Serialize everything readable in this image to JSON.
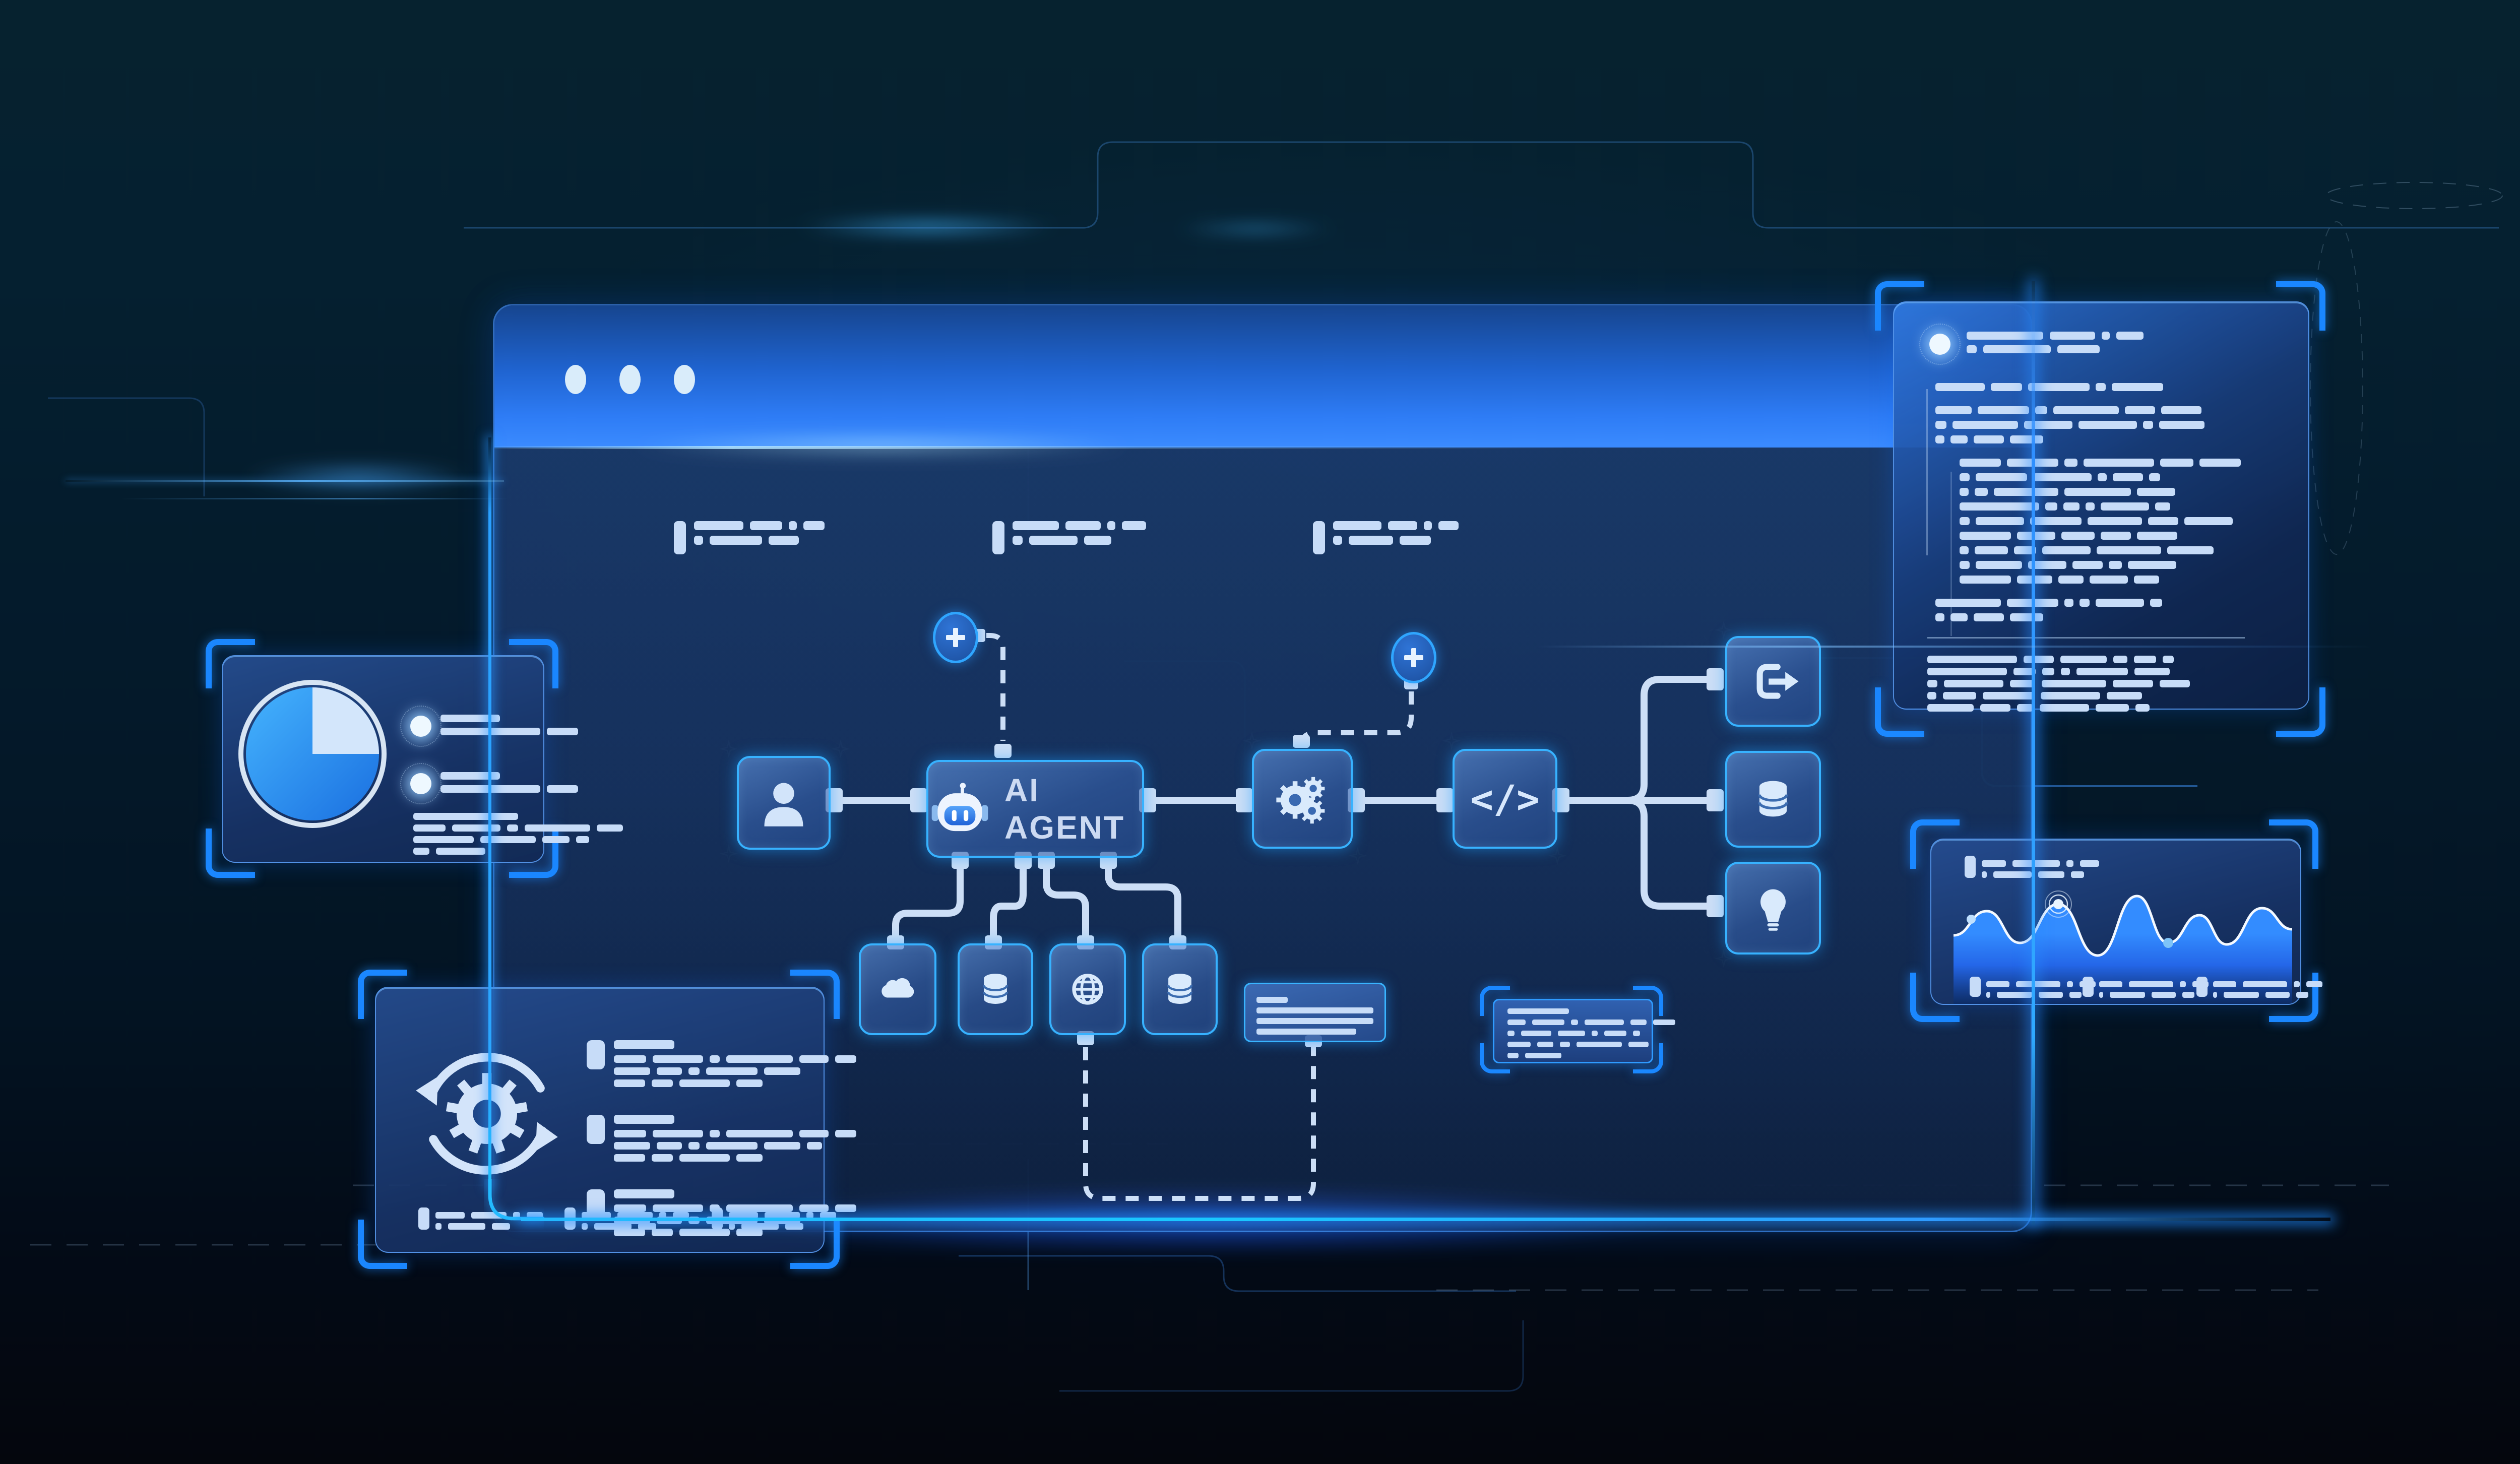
{
  "app": {
    "kind": "ai-agent-workflow-illustration"
  },
  "colors": {
    "background_top": "#06222f",
    "background_bottom": "#04060d",
    "accent_blue": "#2f9bff",
    "glow_cyan": "#19c8ff",
    "bracket_blue": "#1b88ff",
    "node_border": "#37b2ff",
    "icon_light": "#d9eafc",
    "skeleton": "#c7dcf8",
    "header_gradient_top": "#16458f",
    "header_gradient_bottom": "#3b8bff"
  },
  "window": {
    "controls": [
      "window-dot",
      "window-dot",
      "window-dot"
    ],
    "menu_items": [
      {
        "rows": [
          [
            98,
            64,
            16,
            42
          ],
          [
            18,
            104,
            60
          ]
        ]
      },
      {
        "rows": [
          [
            92,
            70,
            16,
            48
          ],
          [
            20,
            96,
            54
          ]
        ]
      },
      {
        "rows": [
          [
            96,
            58,
            16,
            40
          ],
          [
            18,
            88,
            62
          ]
        ]
      }
    ]
  },
  "workflow": {
    "agent": {
      "label": "AI AGENT",
      "icon": "robot-icon"
    },
    "code_glyph": "</>",
    "nodes": [
      {
        "id": "user",
        "icon": "user-icon"
      },
      {
        "id": "agent",
        "icon": "robot-icon",
        "label": "AI AGENT"
      },
      {
        "id": "automation",
        "icon": "gears-icon"
      },
      {
        "id": "code",
        "icon": "code-icon"
      },
      {
        "id": "export",
        "icon": "export-icon"
      },
      {
        "id": "database-out",
        "icon": "database-icon"
      },
      {
        "id": "idea",
        "icon": "lightbulb-icon"
      },
      {
        "id": "cloud",
        "icon": "cloud-icon"
      },
      {
        "id": "storage",
        "icon": "database-icon"
      },
      {
        "id": "web",
        "icon": "globe-icon"
      },
      {
        "id": "server",
        "icon": "database-icon"
      }
    ],
    "add_buttons": [
      "plus-icon",
      "plus-icon"
    ]
  },
  "panels": {
    "pie": {
      "legend": [
        {
          "rows": [
            [
              118
            ],
            [
              198,
              62
            ]
          ]
        },
        {
          "rows": [
            [
              118
            ],
            [
              198,
              62
            ]
          ]
        }
      ],
      "paragraph": [
        [
          208
        ],
        [
          64,
          96,
          22,
          130,
          52
        ],
        [
          120,
          110,
          54,
          26
        ],
        [
          32,
          98
        ]
      ]
    },
    "sync": {
      "icon": "sync-gears-icon",
      "items": [
        {
          "title": [
            [
              120
            ]
          ],
          "rows": [
            [
              64,
              100,
              20,
              132,
              58,
              42
            ],
            [
              72,
              50,
              22,
              102,
              72
            ],
            [
              62,
              42,
              100,
              52
            ]
          ]
        },
        {
          "title": [
            [
              120
            ]
          ],
          "rows": [
            [
              64,
              100,
              20,
              132,
              58,
              42
            ],
            [
              72,
              50,
              22,
              102,
              72,
              30
            ],
            [
              62,
              42,
              100,
              52
            ]
          ]
        },
        {
          "title": [
            [
              120
            ]
          ],
          "rows": [
            [
              64,
              100,
              20,
              132,
              58,
              42
            ],
            [
              72,
              50,
              22,
              102,
              72
            ],
            [
              62,
              42,
              100,
              52
            ]
          ]
        }
      ],
      "footer_items": [
        {
          "rows": [
            [
              58,
              70,
              14,
              32
            ],
            [
              12,
              74,
              36
            ]
          ]
        },
        {
          "rows": [
            [
              58,
              70,
              14,
              32
            ],
            [
              12,
              74,
              36
            ]
          ]
        },
        {
          "rows": [
            [
              58,
              70,
              14,
              32
            ],
            [
              12,
              74,
              36
            ]
          ]
        }
      ]
    },
    "code": {
      "header_rows": [
        [
          152,
          90,
          16,
          54
        ],
        [
          20,
          134,
          84
        ]
      ],
      "lines": [
        {
          "i": 0,
          "g": 0,
          "w": [
            98,
            62,
            122,
            20,
            102
          ]
        },
        {
          "i": 0,
          "g": 1,
          "w": [
            72,
            102,
            24,
            130,
            60,
            80
          ]
        },
        {
          "i": 0,
          "g": 0,
          "w": [
            22,
            130,
            96,
            116,
            20,
            90
          ]
        },
        {
          "i": 0,
          "g": 0,
          "w": [
            18,
            34,
            60,
            66
          ]
        },
        {
          "i": 1,
          "g": 1,
          "w": [
            82,
            102,
            26,
            140,
            66,
            82
          ]
        },
        {
          "i": 1,
          "g": 0,
          "w": [
            20,
            102,
            116,
            18,
            60,
            22
          ]
        },
        {
          "i": 1,
          "g": 0,
          "w": [
            18,
            26,
            128,
            132,
            76
          ]
        },
        {
          "i": 1,
          "g": 0,
          "w": [
            158,
            24,
            32,
            18,
            96,
            30
          ]
        },
        {
          "i": 1,
          "g": 0,
          "w": [
            20,
            96,
            102,
            108,
            60,
            96
          ]
        },
        {
          "i": 1,
          "g": 0,
          "w": [
            102,
            76,
            66,
            60,
            80
          ]
        },
        {
          "i": 1,
          "g": 0,
          "w": [
            18,
            66,
            44,
            96,
            128,
            92
          ]
        },
        {
          "i": 1,
          "g": 0,
          "w": [
            20,
            92,
            76,
            60,
            26,
            96
          ]
        },
        {
          "i": 1,
          "g": 0,
          "w": [
            102,
            70,
            50,
            76,
            50
          ]
        },
        {
          "i": 0,
          "g": 1,
          "w": [
            130,
            102,
            18,
            20,
            96,
            24
          ]
        },
        {
          "i": 0,
          "g": 0,
          "w": [
            18,
            34,
            60,
            66
          ]
        }
      ],
      "paragraph": [
        [
          178,
          60,
          92,
          28,
          44,
          22
        ],
        [
          158,
          44,
          24,
          18,
          102,
          70
        ],
        [
          20,
          118,
          50,
          128,
          80,
          60
        ],
        [
          18,
          66,
          102,
          118,
          70
        ],
        [
          92,
          60,
          32,
          98,
          66,
          28
        ]
      ]
    },
    "chart": {
      "legend_rows": [
        [
          48,
          94,
          14,
          38
        ],
        [
          10,
          76,
          52,
          26
        ]
      ],
      "footer_items": [
        {
          "rows": [
            [
              46,
              88,
              12,
              32
            ],
            [
              8,
              70,
              48,
              24
            ]
          ]
        },
        {
          "rows": [
            [
              46,
              88,
              12,
              32
            ],
            [
              8,
              70,
              48,
              24
            ]
          ]
        },
        {
          "rows": [
            [
              46,
              88,
              12,
              32
            ],
            [
              8,
              70,
              48,
              24
            ]
          ]
        }
      ]
    },
    "tooltip": {
      "rows": [
        [
          122
        ],
        [
          36,
          64,
          14,
          78,
          32,
          44
        ],
        [
          14,
          60,
          54,
          12,
          44,
          14
        ],
        [
          46,
          32,
          20,
          90,
          40
        ],
        [
          22,
          72
        ]
      ]
    },
    "note": {
      "rows": [
        [
          62
        ],
        [
          232
        ],
        [
          232
        ],
        [
          198
        ]
      ]
    }
  },
  "chart_data": [
    {
      "type": "pie",
      "values": [
        75,
        25
      ],
      "colors": [
        "#2f9df5",
        "#d3e6fb"
      ],
      "labels": [],
      "title": "",
      "note": "decorative pie, no labels shown"
    },
    {
      "type": "area",
      "x": [
        1,
        2,
        3,
        4,
        5,
        6,
        7,
        8,
        9,
        10,
        11
      ],
      "values": [
        42,
        58,
        37,
        62,
        30,
        68,
        38,
        54,
        36,
        58,
        46
      ],
      "highlighted_points": [
        2,
        4,
        7
      ],
      "title": "",
      "xlabel": "",
      "ylabel": "",
      "grid": false,
      "legend_position": "top-left",
      "note": "decorative waveform, no axis labels shown"
    }
  ]
}
